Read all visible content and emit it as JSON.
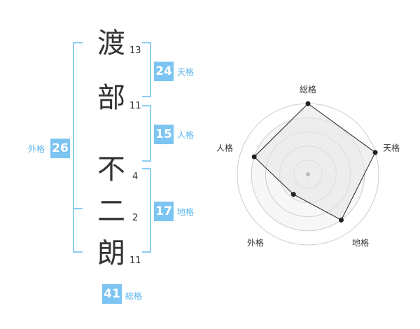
{
  "name": {
    "chars": [
      {
        "char": "渡",
        "strokes": "13"
      },
      {
        "char": "部",
        "strokes": "11"
      },
      {
        "char": "不",
        "strokes": "4"
      },
      {
        "char": "二",
        "strokes": "2"
      },
      {
        "char": "朗",
        "strokes": "11"
      }
    ]
  },
  "kakusu": {
    "tenkaku": {
      "value": "24",
      "label": "天格"
    },
    "jinkaku": {
      "value": "15",
      "label": "人格"
    },
    "chikaku": {
      "value": "17",
      "label": "地格"
    },
    "gaikaku": {
      "value": "26",
      "label": "外格"
    },
    "soukaku": {
      "value": "41",
      "label": "総格"
    }
  },
  "radar": {
    "axes": [
      "総格",
      "天格",
      "地格",
      "外格",
      "人格"
    ],
    "levels": 5,
    "values": [
      1.0,
      1.0,
      0.8,
      0.35,
      0.8
    ],
    "colors": {
      "fill": "#e6e6e6",
      "stroke": "#222222",
      "grid": "#cccccc"
    }
  }
}
